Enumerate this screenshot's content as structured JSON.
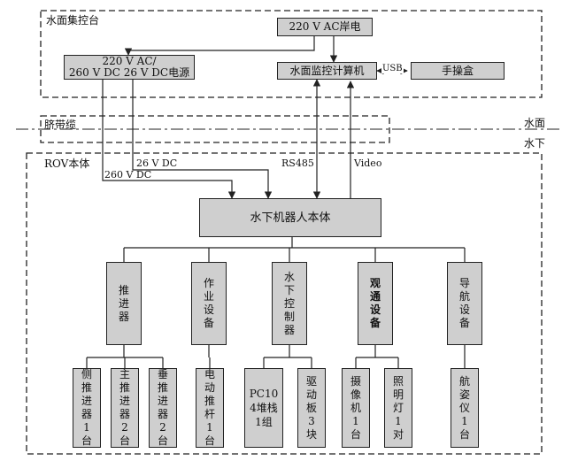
{
  "regions": {
    "surface_console": "水面集控台",
    "umbilical": "脐带缆",
    "rov_body": "ROV本体",
    "water_surface": "水面",
    "underwater": "水下"
  },
  "boxes": {
    "shore_power": "220 V AC岸电",
    "power_supply": "220 V AC/\n260 V DC 26 V DC电源",
    "monitor_computer": "水面监控计算机",
    "handheld": "手操盒",
    "robot_body": "水下机器人本体"
  },
  "links": {
    "usb": "USB",
    "v26dc": "26 V DC",
    "v260dc": "260 V DC",
    "rs485": "RS485",
    "video": "Video"
  },
  "subsystems": [
    "推进器",
    "作业设备",
    "水下控制器",
    "观通设备",
    "导航设备"
  ],
  "components": [
    "侧推进器1台",
    "主推进器2台",
    "垂推进器2台",
    "电动推杆1台",
    "PC104堆栈1组",
    "驱动板3块",
    "摄像机1台",
    "照明灯1对",
    "航姿仪1台"
  ]
}
